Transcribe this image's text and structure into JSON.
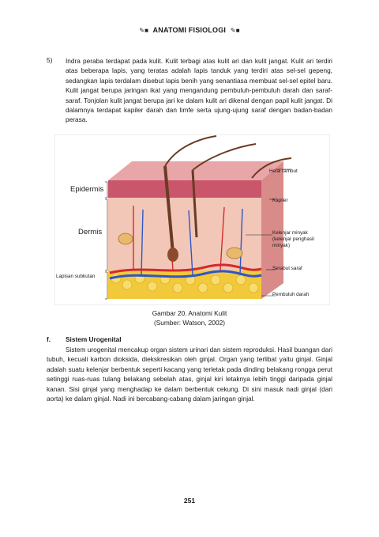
{
  "header": {
    "title": "ANATOMI FISIOLOGI",
    "left_icon": "pen-icon",
    "right_icon": "pen-icon"
  },
  "item5": {
    "number": "5)",
    "text": "Indra peraba terdapat pada kulit. Kulit terbagi atas kulit ari dan kulit jangat. Kulit ari terdiri atas beberapa lapis, yang teratas adalah lapis tanduk yang terdiri atas sel-sel gepeng, sedangkan lapis terdalam disebut lapis benih yang senantiasa membuat sel-sel epitel baru. Kulit jangat berupa jaringan ikat yang mengandung pembuluh-pembuluh darah dan saraf-saraf. Tonjolan kulit jangat berupa jari ke dalam kulit ari dikenal dengan papil kulit jangat. Di dalamnya terdapat kapiler darah dan limfe serta ujung-ujung saraf dengan badan-badan perasa."
  },
  "figure": {
    "labels": {
      "epidermis": "Epidermis",
      "dermis": "Dermis",
      "subcutan": "Lapisan subkutan",
      "hair": "Helai rambut",
      "capillary": "Kapiler",
      "oil_gland_1": "Kelenjar minyak",
      "oil_gland_2": "(kelenjar penghasil",
      "oil_gland_3": "minyak)",
      "nerve": "Serabut saraf",
      "blood_vessel": "Pembuluh darah"
    },
    "caption_1": "Gambar 20. Anatomi Kulit",
    "caption_2": "(Sumber: Watson, 2002)"
  },
  "section_f": {
    "letter": "f.",
    "title": "Sistem Urogenital",
    "text": "Sistem urogenital mencakup organ sistem urinari dan sistem reproduksi. Hasil buangan dari tubuh, kecuali karbon dioksida, diekskresikan oleh ginjal. Organ yang terlibat yaitu ginjal. Ginjal adalah suatu kelenjar berbentuk seperti kacang yang terletak pada dinding belakang rongga perut setinggi ruas-ruas tulang belakang sebelah atas, ginjal kiri letaknya lebih tinggi daripada ginjal kanan. Sisi ginjal yang menghadap ke dalam berbentuk cekung. Di sini masuk nadi ginjal (dari aorta) ke dalam ginjal. Nadi ini bercabang-cabang dalam jaringan ginjal."
  },
  "page_number": "251",
  "colors": {
    "epidermis": "#c9566a",
    "dermis": "#f2c7b8",
    "fat": "#f3c93c",
    "artery": "#d42a2a",
    "vein": "#2f56c7",
    "hair": "#6b3b24"
  }
}
